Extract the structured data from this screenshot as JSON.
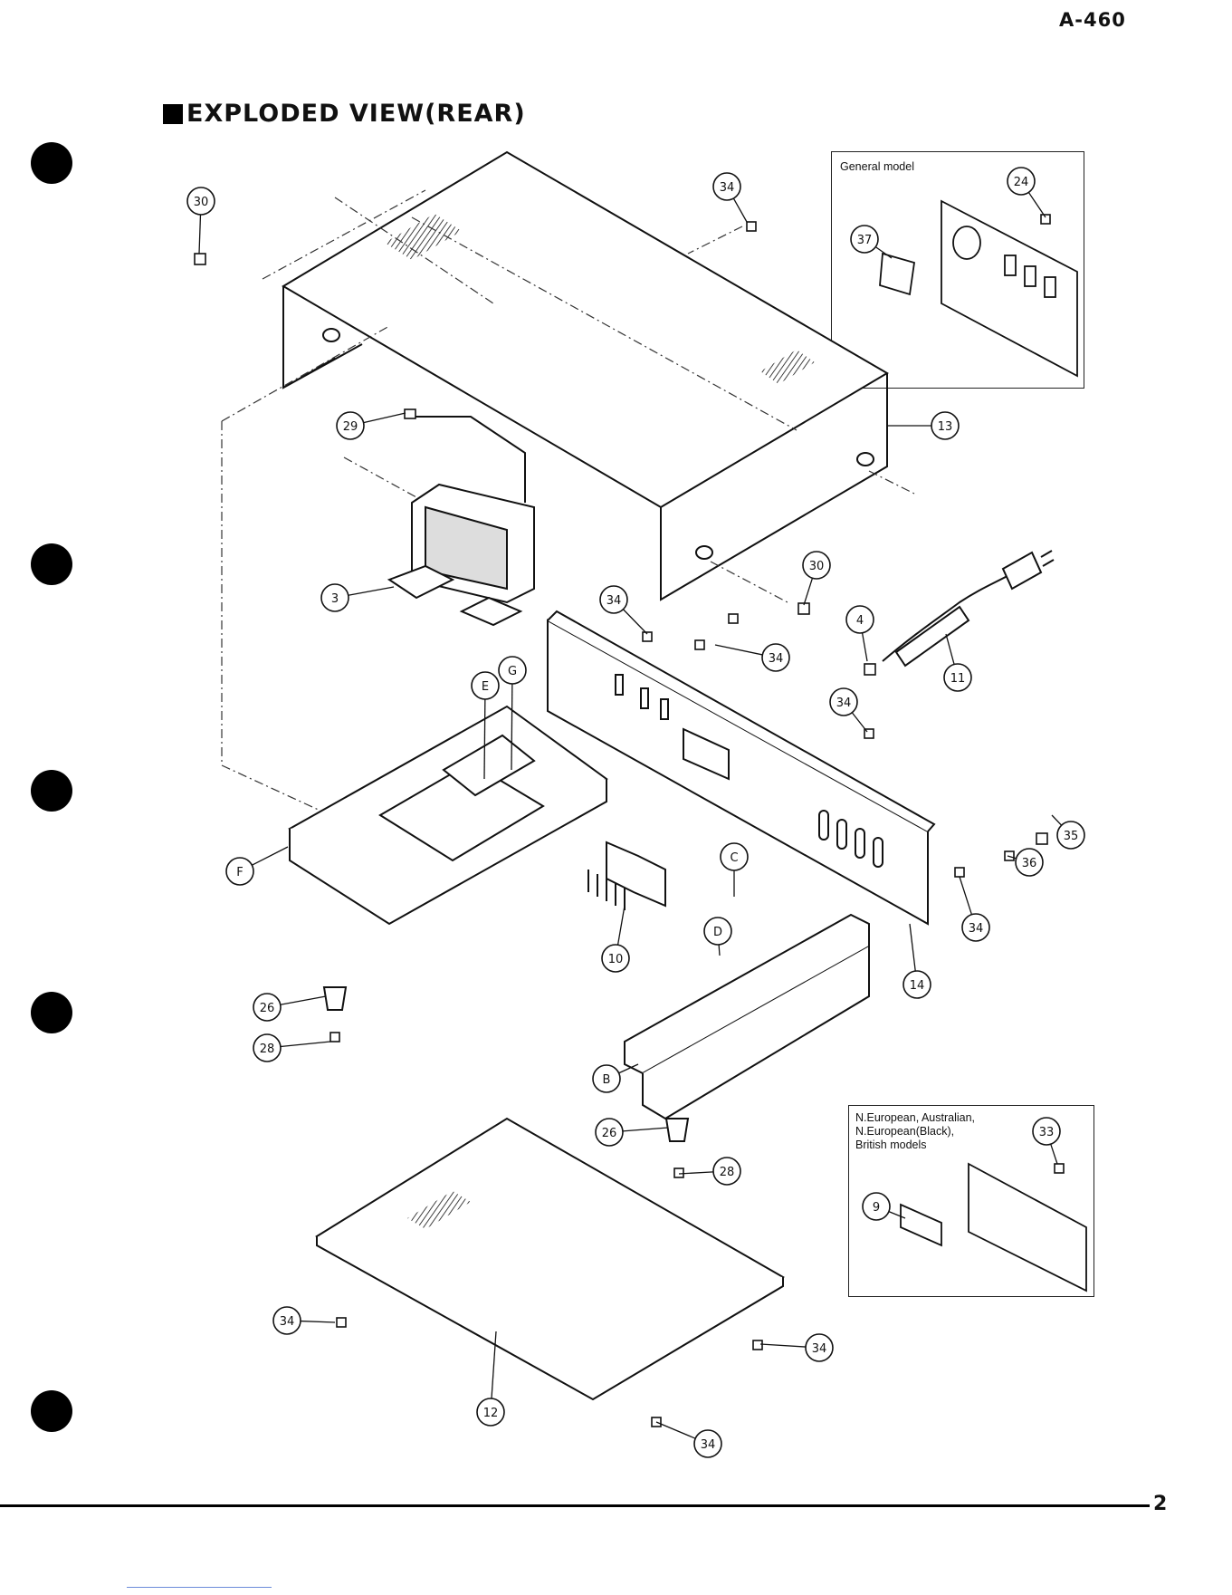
{
  "header": {
    "model_code": "A-460",
    "title": "EXPLODED VIEW(REAR)"
  },
  "insets": {
    "general": {
      "label": "General model"
    },
    "european": {
      "label_lines": [
        "N.European, Australian,",
        "N.European(Black),",
        "British  models"
      ]
    }
  },
  "callouts": {
    "c30a": "30",
    "c34a": "34",
    "c24": "24",
    "c37": "37",
    "c29": "29",
    "c13": "13",
    "c3": "3",
    "c30b": "30",
    "c34b": "34",
    "c34c": "34",
    "c4": "4",
    "c11": "11",
    "cE": "E",
    "cG": "G",
    "c34d": "34",
    "cF": "F",
    "c35": "35",
    "c36": "36",
    "cC": "C",
    "c10": "10",
    "cD": "D",
    "c34e": "34",
    "c14": "14",
    "c26a": "26",
    "c28a": "28",
    "cB": "B",
    "c33": "33",
    "c26b": "26",
    "c28b": "28",
    "c9": "9",
    "c34f": "34",
    "c34g": "34",
    "c12": "12",
    "c34h": "34"
  },
  "footer": {
    "page_number": "2"
  }
}
